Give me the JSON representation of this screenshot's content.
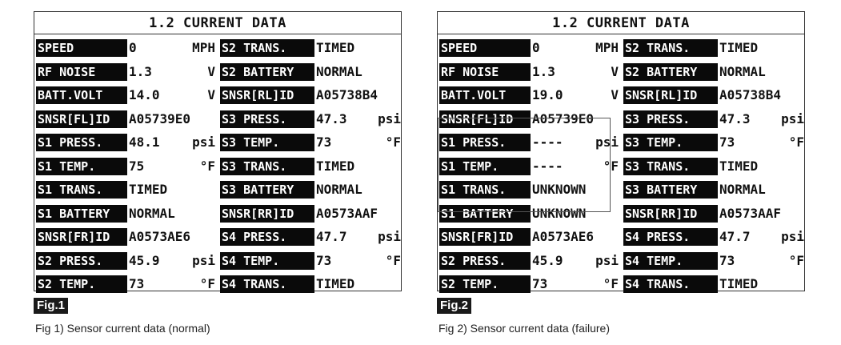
{
  "figures": [
    {
      "title": "1.2 CURRENT DATA",
      "tag": "Fig.1",
      "caption": "Fig 1) Sensor current data (normal)",
      "left": [
        {
          "label": "SPEED",
          "value": "0",
          "unit": "MPH"
        },
        {
          "label": "RF NOISE",
          "value": "1.3",
          "unit": "V"
        },
        {
          "label": "BATT.VOLT",
          "value": "14.0",
          "unit": "V"
        },
        {
          "label": "SNSR[FL]ID",
          "value": "A05739E0",
          "unit": ""
        },
        {
          "label": "S1 PRESS.",
          "value": "48.1",
          "unit": "psi"
        },
        {
          "label": "S1 TEMP.",
          "value": "75",
          "unit": "°F"
        },
        {
          "label": "S1 TRANS.",
          "value": "TIMED",
          "unit": ""
        },
        {
          "label": "S1 BATTERY",
          "value": "NORMAL",
          "unit": ""
        },
        {
          "label": "SNSR[FR]ID",
          "value": "A0573AE6",
          "unit": ""
        },
        {
          "label": "S2 PRESS.",
          "value": "45.9",
          "unit": "psi"
        },
        {
          "label": "S2 TEMP.",
          "value": "73",
          "unit": "°F"
        }
      ],
      "right": [
        {
          "label": "S2 TRANS.",
          "value": "TIMED",
          "unit": ""
        },
        {
          "label": "S2 BATTERY",
          "value": "NORMAL",
          "unit": ""
        },
        {
          "label": "SNSR[RL]ID",
          "value": "A05738B4",
          "unit": ""
        },
        {
          "label": "S3 PRESS.",
          "value": "47.3",
          "unit": "psi"
        },
        {
          "label": "S3 TEMP.",
          "value": "73",
          "unit": "°F"
        },
        {
          "label": "S3 TRANS.",
          "value": "TIMED",
          "unit": ""
        },
        {
          "label": "S3 BATTERY",
          "value": "NORMAL",
          "unit": ""
        },
        {
          "label": "SNSR[RR]ID",
          "value": "A0573AAF",
          "unit": ""
        },
        {
          "label": "S4 PRESS.",
          "value": "47.7",
          "unit": "psi"
        },
        {
          "label": "S4 TEMP.",
          "value": "73",
          "unit": "°F"
        },
        {
          "label": "S4 TRANS.",
          "value": "TIMED",
          "unit": ""
        }
      ]
    },
    {
      "title": "1.2 CURRENT DATA",
      "tag": "Fig.2",
      "caption": "Fig 2) Sensor current data (failure)",
      "left": [
        {
          "label": "SPEED",
          "value": "0",
          "unit": "MPH"
        },
        {
          "label": "RF NOISE",
          "value": "1.3",
          "unit": "V"
        },
        {
          "label": "BATT.VOLT",
          "value": "19.0",
          "unit": "V"
        },
        {
          "label": "SNSR[FL]ID",
          "value": "A05739E0",
          "unit": ""
        },
        {
          "label": "S1 PRESS.",
          "value": "----",
          "unit": "psi"
        },
        {
          "label": "S1 TEMP.",
          "value": "----",
          "unit": "°F"
        },
        {
          "label": "S1 TRANS.",
          "value": "UNKNOWN",
          "unit": ""
        },
        {
          "label": "S1 BATTERY",
          "value": "UNKNOWN",
          "unit": ""
        },
        {
          "label": "SNSR[FR]ID",
          "value": "A0573AE6",
          "unit": ""
        },
        {
          "label": "S2 PRESS.",
          "value": "45.9",
          "unit": "psi"
        },
        {
          "label": "S2 TEMP.",
          "value": "73",
          "unit": "°F"
        }
      ],
      "right": [
        {
          "label": "S2 TRANS.",
          "value": "TIMED",
          "unit": ""
        },
        {
          "label": "S2 BATTERY",
          "value": "NORMAL",
          "unit": ""
        },
        {
          "label": "SNSR[RL]ID",
          "value": "A05738B4",
          "unit": ""
        },
        {
          "label": "S3 PRESS.",
          "value": "47.3",
          "unit": "psi"
        },
        {
          "label": "S3 TEMP.",
          "value": "73",
          "unit": "°F"
        },
        {
          "label": "S3 TRANS.",
          "value": "TIMED",
          "unit": ""
        },
        {
          "label": "S3 BATTERY",
          "value": "NORMAL",
          "unit": ""
        },
        {
          "label": "SNSR[RR]ID",
          "value": "A0573AAF",
          "unit": ""
        },
        {
          "label": "S4 PRESS.",
          "value": "47.7",
          "unit": "psi"
        },
        {
          "label": "S4 TEMP.",
          "value": "73",
          "unit": "°F"
        },
        {
          "label": "S4 TRANS.",
          "value": "TIMED",
          "unit": ""
        }
      ]
    }
  ]
}
